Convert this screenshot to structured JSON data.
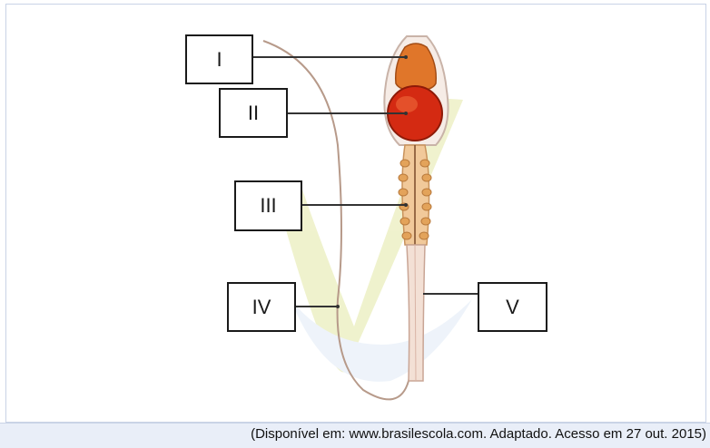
{
  "diagram": {
    "labels": {
      "I": "I",
      "II": "II",
      "III": "III",
      "IV": "IV",
      "V": "V"
    }
  },
  "caption": "(Disponível em: www.brasilescola.com. Adaptado. Acesso em 27 out. 2015)",
  "colors": {
    "nucleus": "#d42a12",
    "acrosome": "#e0762a",
    "midpiece": "#e3a35a",
    "tail": "#f0dccd",
    "watermark_green": "#d9e08a",
    "watermark_blue": "#dbe7f3",
    "border": "#c9d3e6",
    "caption_bar": "#e9eef8"
  }
}
